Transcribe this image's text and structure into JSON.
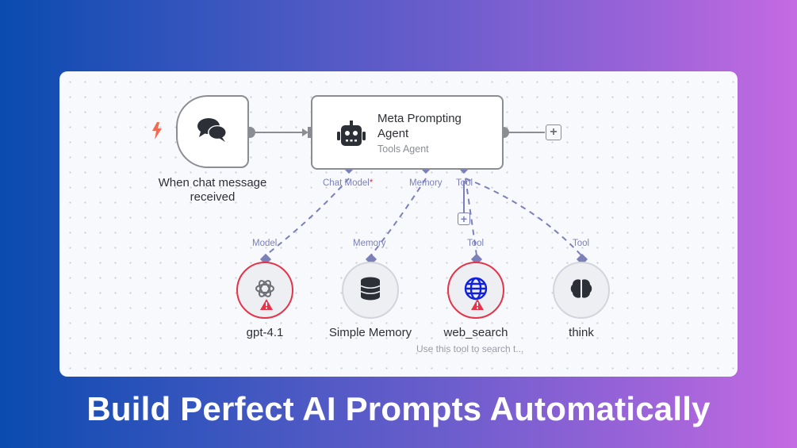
{
  "headline": "Build Perfect AI Prompts Automatically",
  "colors": {
    "accent_port": "#7c80b8",
    "error": "#e3344a",
    "trigger_bolt": "#f26a52",
    "node_border": "#8b8d93"
  },
  "workflow": {
    "trigger": {
      "icon": "chat-bubbles-icon",
      "badge_icon": "lightning-bolt-icon",
      "label": "When chat message received"
    },
    "agent": {
      "icon": "robot-icon",
      "title": "Meta Prompting Agent",
      "subtitle": "Tools Agent",
      "ports": {
        "chat_model": "Chat Model",
        "chat_model_required": "*",
        "memory": "Memory",
        "tool": "Tool"
      }
    },
    "sub_nodes": [
      {
        "port_label": "Model",
        "icon": "openai-icon",
        "label": "gpt-4.1",
        "error": true,
        "description": ""
      },
      {
        "port_label": "Memory",
        "icon": "database-icon",
        "label": "Simple Memory",
        "error": false,
        "description": ""
      },
      {
        "port_label": "Tool",
        "icon": "globe-icon",
        "label": "web_search",
        "error": true,
        "description": "Use this tool to search t..."
      },
      {
        "port_label": "Tool",
        "icon": "brain-icon",
        "label": "think",
        "error": false,
        "description": ""
      }
    ],
    "add_button": "+"
  }
}
